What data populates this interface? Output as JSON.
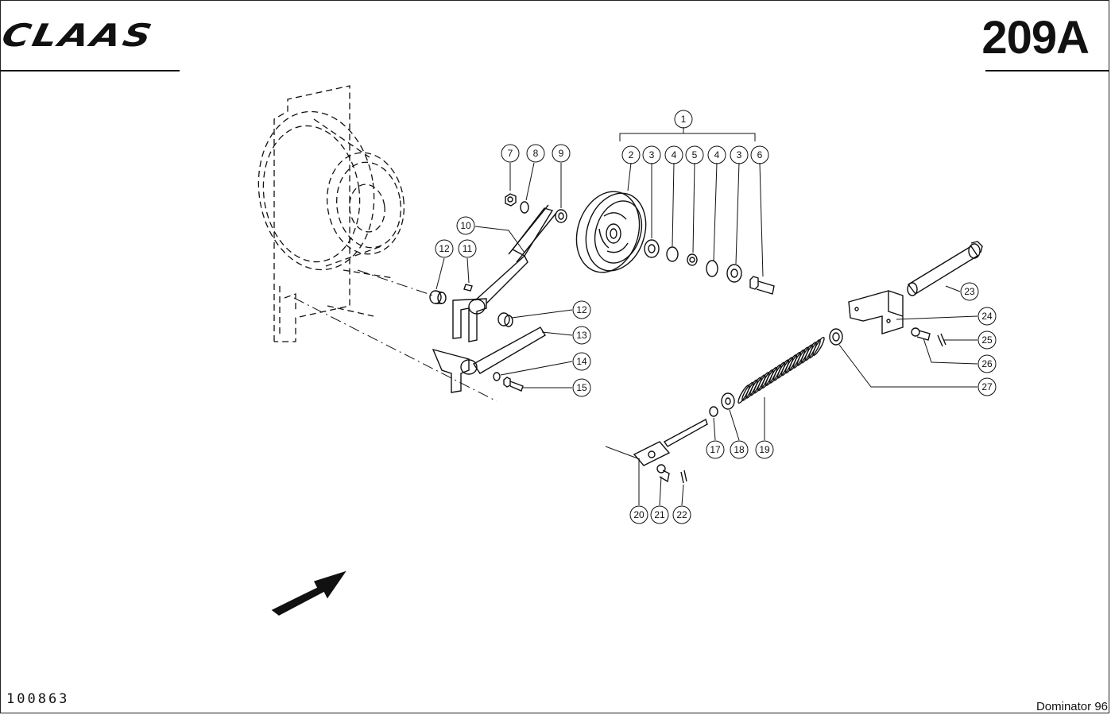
{
  "header": {
    "brand": "CLAAS",
    "page_number": "209A"
  },
  "footer": {
    "document_number": "100863",
    "model": "Dominator 96"
  },
  "callouts": {
    "c1": "1",
    "c2": "2",
    "c3a": "3",
    "c4a": "4",
    "c5": "5",
    "c4b": "4",
    "c3b": "3",
    "c6": "6",
    "c7": "7",
    "c8": "8",
    "c9": "9",
    "c10": "10",
    "c11": "11",
    "c12a": "12",
    "c12b": "12",
    "c13": "13",
    "c14": "14",
    "c15": "15",
    "c17": "17",
    "c18": "18",
    "c19": "19",
    "c20": "20",
    "c21": "21",
    "c22": "22",
    "c23": "23",
    "c24": "24",
    "c25": "25",
    "c26": "26",
    "c27": "27"
  },
  "colors": {
    "ink": "#111111",
    "paper": "#ffffff"
  }
}
